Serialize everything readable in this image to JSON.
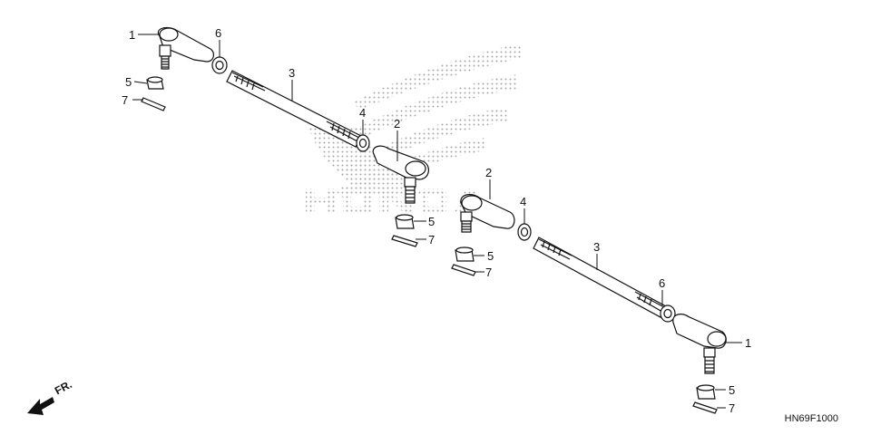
{
  "diagram": {
    "code": "HN69F1000",
    "direction_label": "FR.",
    "watermark_text": "HONDA",
    "colors": {
      "line": "#111111",
      "watermark_dots": "#9a9a9a"
    },
    "callouts": [
      "1",
      "2",
      "3",
      "4",
      "5",
      "6",
      "7"
    ]
  }
}
